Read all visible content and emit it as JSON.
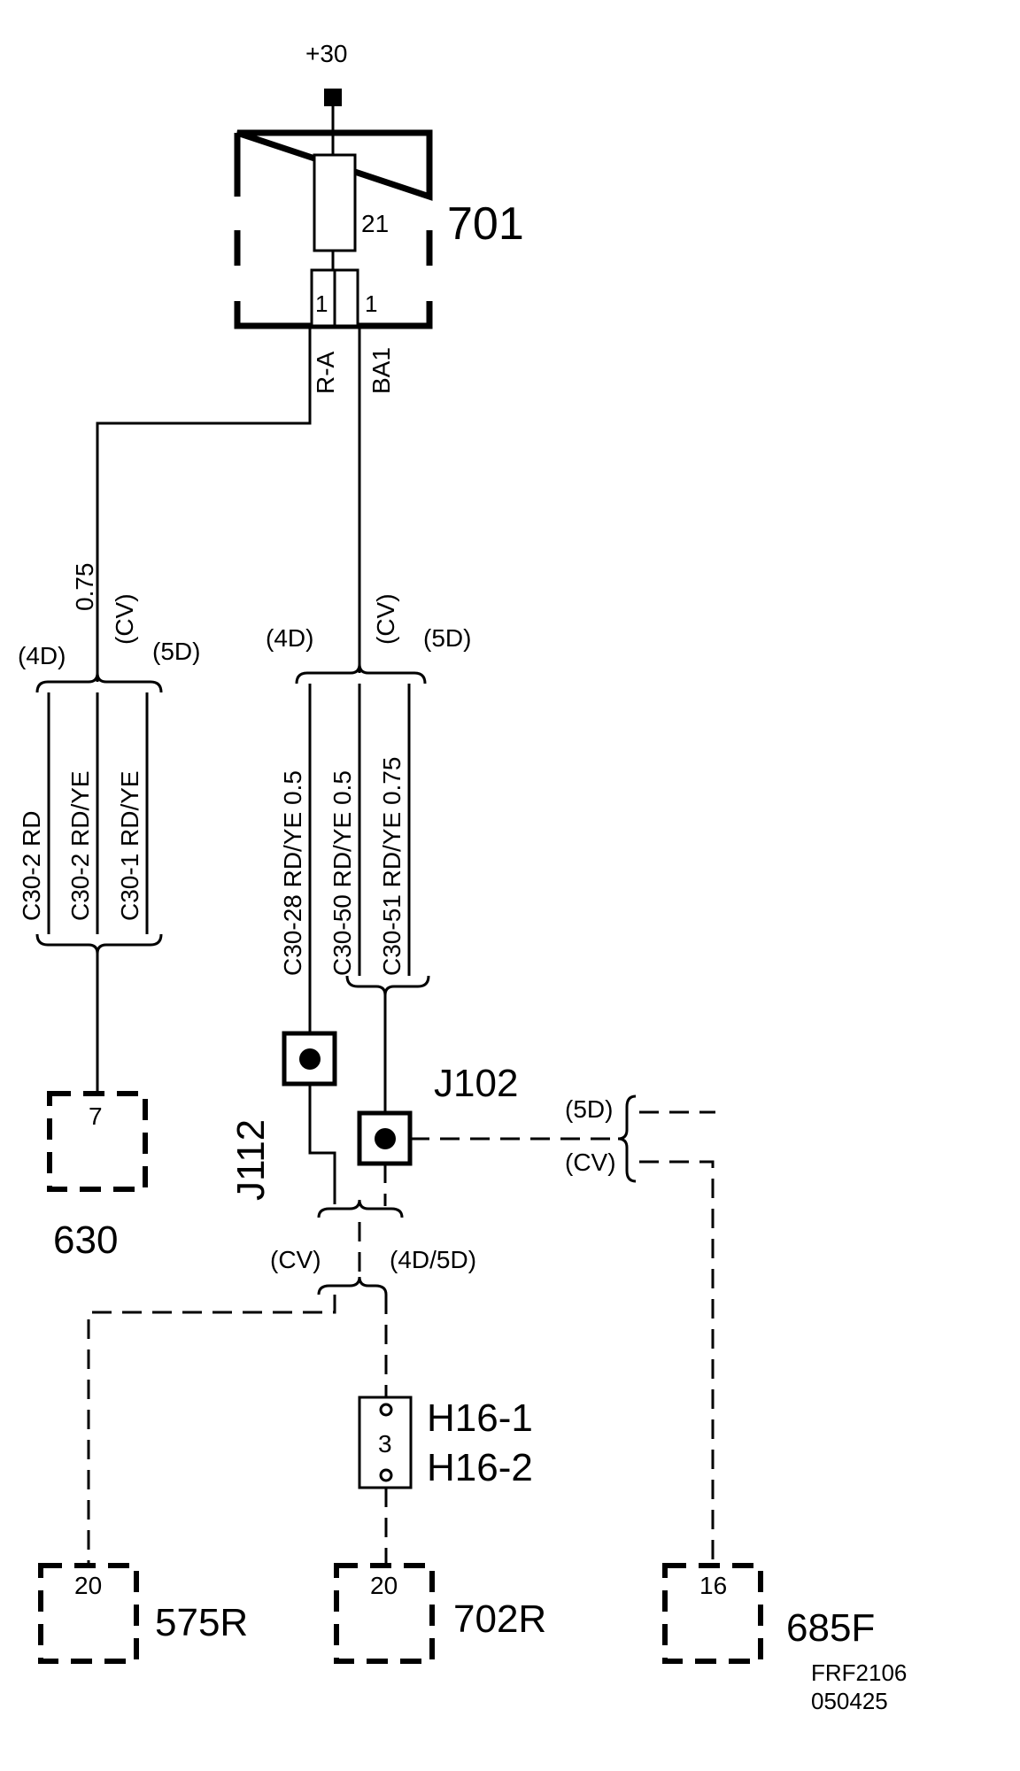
{
  "power_label": "+30",
  "fuse_box": {
    "id": "701",
    "fuse_number": "21",
    "pin_left": "1",
    "pin_right": "1"
  },
  "wire_labels": {
    "left": "R-A",
    "right": "BA1"
  },
  "left_branch": {
    "size": "0.75",
    "variant_cv": "(CV)",
    "variant_4d": "(4D)",
    "variant_5d": "(5D)",
    "wires": [
      "C30-2  RD",
      "C30-2  RD/YE",
      "C30-1  RD/YE"
    ]
  },
  "right_branch": {
    "variant_4d": "(4D)",
    "variant_cv": "(CV)",
    "variant_5d": "(5D)",
    "wires": [
      "C30-28 RD/YE 0.5",
      "C30-50 RD/YE 0.5",
      "C30-51 RD/YE  0.75"
    ]
  },
  "splices": {
    "j112": "J112",
    "j102": "J102"
  },
  "j102_variants": {
    "five_d": "(5D)",
    "cv": "(CV)"
  },
  "lower_variants": {
    "cv": "(CV)",
    "four_five_d": "(4D/5D)"
  },
  "connectors": {
    "c630": {
      "id": "630",
      "pin": "7"
    },
    "h16": {
      "line1": "H16-1",
      "line2": "H16-2",
      "pin": "3"
    },
    "c575r": {
      "id": "575R",
      "pin": "20"
    },
    "c702r": {
      "id": "702R",
      "pin": "20"
    },
    "c685f": {
      "id": "685F",
      "pin": "16"
    }
  },
  "reference": {
    "line1": "FRF2106",
    "line2": "050425"
  }
}
